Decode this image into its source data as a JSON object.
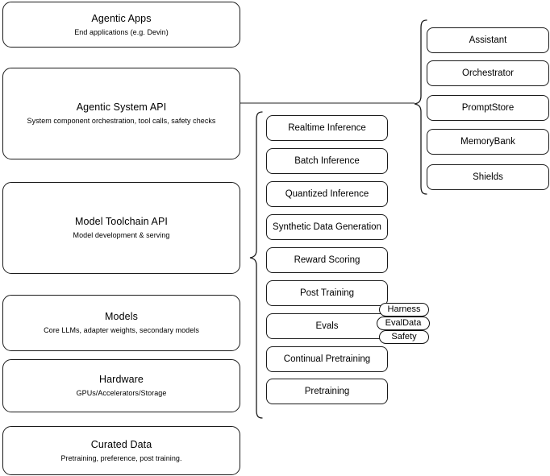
{
  "diagram": {
    "title": "LLM Stack Architecture Diagram",
    "stroke_color": "#1a1a1a",
    "background_color": "#ffffff"
  },
  "layers": [
    {
      "name": "agentic-apps",
      "title": "Agentic Apps",
      "subtitle": "End applications (e.g. Devin)"
    },
    {
      "name": "agentic-system-api",
      "title": "Agentic System API",
      "subtitle": "System component orchestration, tool calls, safety checks"
    },
    {
      "name": "model-toolchain-api",
      "title": "Model Toolchain API",
      "subtitle": "Model development & serving"
    },
    {
      "name": "models",
      "title": "Models",
      "subtitle": "Core LLMs, adapter weights, secondary models"
    },
    {
      "name": "hardware",
      "title": "Hardware",
      "subtitle": "GPUs/Accelerators/Storage"
    },
    {
      "name": "curated-data",
      "title": "Curated Data",
      "subtitle": "Pretraining, preference, post training."
    }
  ],
  "toolchain_components": [
    {
      "label": "Realtime Inference"
    },
    {
      "label": "Batch Inference"
    },
    {
      "label": "Quantized Inference"
    },
    {
      "label": "Synthetic Data Generation"
    },
    {
      "label": "Reward Scoring"
    },
    {
      "label": "Post Training"
    },
    {
      "label": "Evals"
    },
    {
      "label": "Continual Pretraining"
    },
    {
      "label": "Pretraining"
    }
  ],
  "eval_badges": [
    {
      "label": "Harness"
    },
    {
      "label": "EvalData"
    },
    {
      "label": "Safety"
    }
  ],
  "system_components": [
    {
      "label": "Assistant"
    },
    {
      "label": "Orchestrator"
    },
    {
      "label": "PromptStore"
    },
    {
      "label": "MemoryBank"
    },
    {
      "label": "Shields"
    }
  ]
}
